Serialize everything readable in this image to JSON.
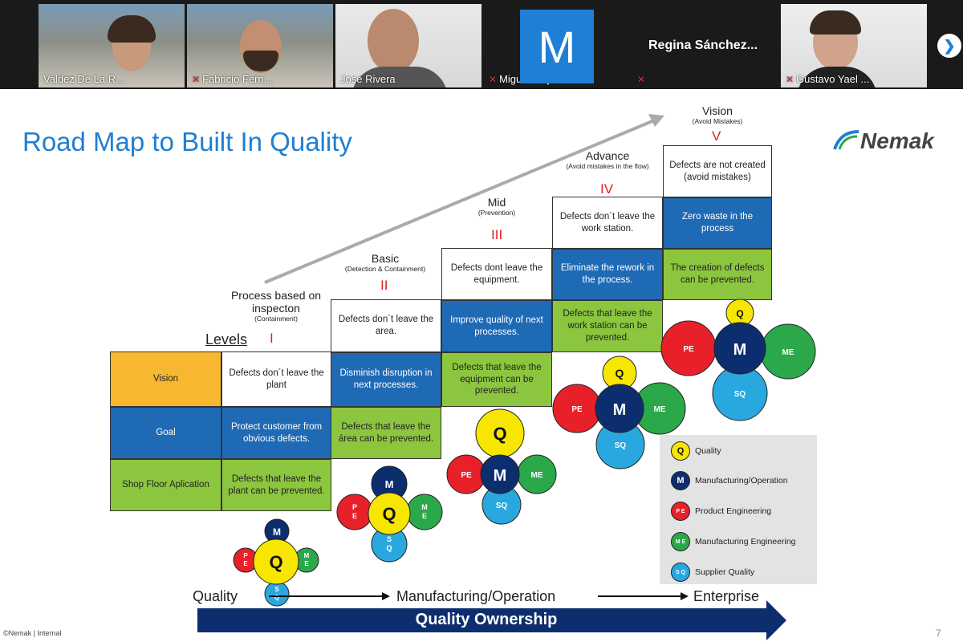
{
  "participants": [
    {
      "name": "Valdez  De La R...",
      "muted": false
    },
    {
      "name": "Fabricio Fern...",
      "muted": true
    },
    {
      "name": "Jose Rivera",
      "muted": false
    },
    {
      "name": "Miguel Aleja...",
      "muted": true,
      "initial": "M"
    },
    {
      "name": "Regina  Sánchez...",
      "muted": true
    },
    {
      "name": "Gustavo Yael ...",
      "muted": true
    }
  ],
  "slide": {
    "title": "Road Map to Built In Quality",
    "logo": "Nemak",
    "levels_label": "Levels",
    "rows": {
      "vision": "Vision",
      "goal": "Goal",
      "shop": "Shop Floor Aplication"
    },
    "levels": [
      {
        "numeral": "I",
        "name": "Process based on inspecton",
        "sub": "(Containment)",
        "vision": "Defects don´t leave the plant",
        "goal": "Protect customer from obvious defects.",
        "shop": "Defects that leave the plant can be prevented."
      },
      {
        "numeral": "II",
        "name": "Basic",
        "sub": "(Detection & Containment)",
        "vision": "Defects don´t leave the area.",
        "goal": "Disminish disruption in next processes.",
        "shop": "Defects that leave the área can be prevented."
      },
      {
        "numeral": "III",
        "name": "Mid",
        "sub": "(Prevention)",
        "vision": "Defects dont leave the equipment.",
        "goal": "Improve quality of next processes.",
        "shop": "Defects that leave the equipment can be prevented."
      },
      {
        "numeral": "IV",
        "name": "Advance",
        "sub": "(Avoid mistakes in the flow)",
        "vision": "Defects don´t leave the work station.",
        "goal": "Eliminate the rework in the process.",
        "shop": "Defects that leave the work station can be prevented."
      },
      {
        "numeral": "V",
        "name": "Vision",
        "sub": "(Avoid Mistakes)",
        "vision": "Defects are not created (avoid mistakes)",
        "goal": "Zero waste in the process",
        "shop": "The creation of defects can be prevented."
      }
    ],
    "legend": [
      {
        "code": "Q",
        "label": "Quality",
        "color": "#f7e600"
      },
      {
        "code": "M",
        "label": "Manufacturing/Operation",
        "color": "#0d2e6e"
      },
      {
        "code": "P E",
        "label": "Product Engineering",
        "color": "#e8202a"
      },
      {
        "code": "M E",
        "label": "Manufacturing Engineering",
        "color": "#2aa84a"
      },
      {
        "code": "S Q",
        "label": "Supplier Quality",
        "color": "#29a8e0"
      }
    ],
    "flow": {
      "start": "Quality",
      "mid": "Manufacturing/Operation",
      "end": "Enterprise"
    },
    "ownership": "Quality Ownership",
    "footer": "©Nemak | Internal",
    "page": "7"
  },
  "colors": {
    "blue": "#1f6ab5",
    "green": "#8cc63f",
    "orange": "#f7b731",
    "title": "#1f7fd4",
    "navy": "#0d2e6e"
  }
}
